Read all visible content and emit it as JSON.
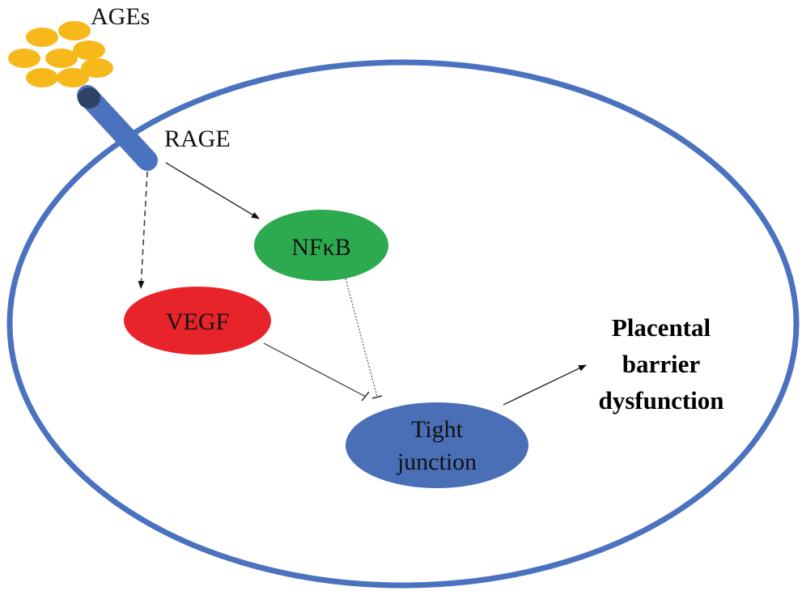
{
  "labels": {
    "ages": "AGEs",
    "rage": "RAGE",
    "nfkb": "NFκB",
    "vegf": "VEGF",
    "tight_junction_line1": "Tight",
    "tight_junction_line2": "junction",
    "outcome_line1": "Placental",
    "outcome_line2": "barrier",
    "outcome_line3": "dysfunction"
  },
  "colors": {
    "cell_membrane": "#4a72bf",
    "ages_particles": "#f7b81c",
    "receptor": "#4a72bf",
    "receptor_cap": "#2f4266",
    "nfkb_node": "#2daa4f",
    "vegf_node": "#e8232a",
    "tight_junction_node": "#4a6fb6",
    "arrows": "#333333"
  }
}
